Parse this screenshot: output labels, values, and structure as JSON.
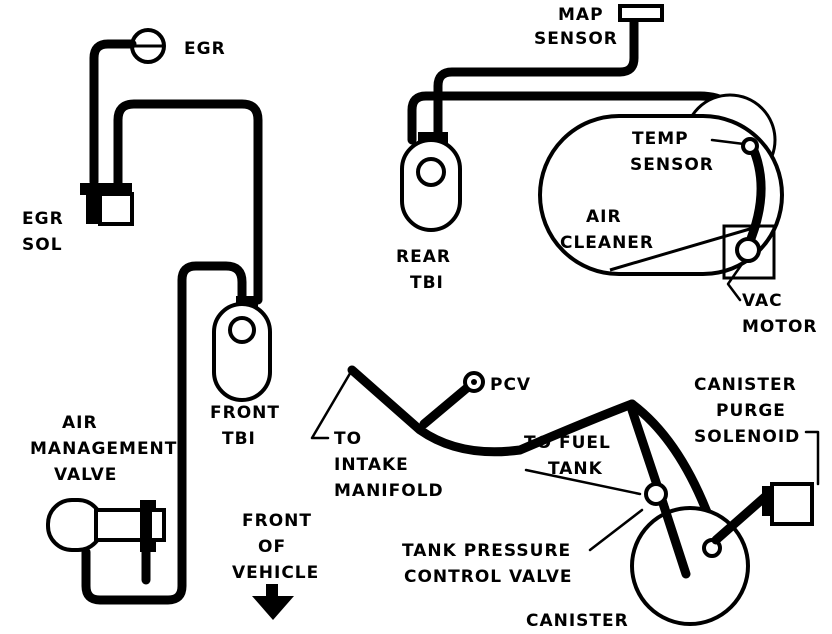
{
  "labels": {
    "egr": "EGR",
    "egr_sol": [
      "EGR",
      "SOL"
    ],
    "map_sensor": [
      "MAP",
      "SENSOR"
    ],
    "temp_sensor": [
      "TEMP",
      "SENSOR"
    ],
    "air_cleaner": [
      "AIR",
      "CLEANER"
    ],
    "rear_tbi": [
      "REAR",
      "TBI"
    ],
    "vac_motor": [
      "VAC",
      "MOTOR"
    ],
    "front_tbi": [
      "FRONT",
      "TBI"
    ],
    "air_management_valve": [
      "AIR",
      "MANAGEMENT",
      "VALVE"
    ],
    "pcv": "PCV",
    "to_intake_manifold": [
      "TO",
      "INTAKE",
      "MANIFOLD"
    ],
    "to_fuel_tank": [
      "TO FUEL",
      "TANK"
    ],
    "canister_purge_solenoid": [
      "CANISTER",
      "PURGE",
      "SOLENOID"
    ],
    "front_of_vehicle": [
      "FRONT",
      "OF",
      "VEHICLE"
    ],
    "tank_pressure_control_valve": [
      "TANK PRESSURE",
      "CONTROL VALVE"
    ],
    "canister": "CANISTER"
  }
}
